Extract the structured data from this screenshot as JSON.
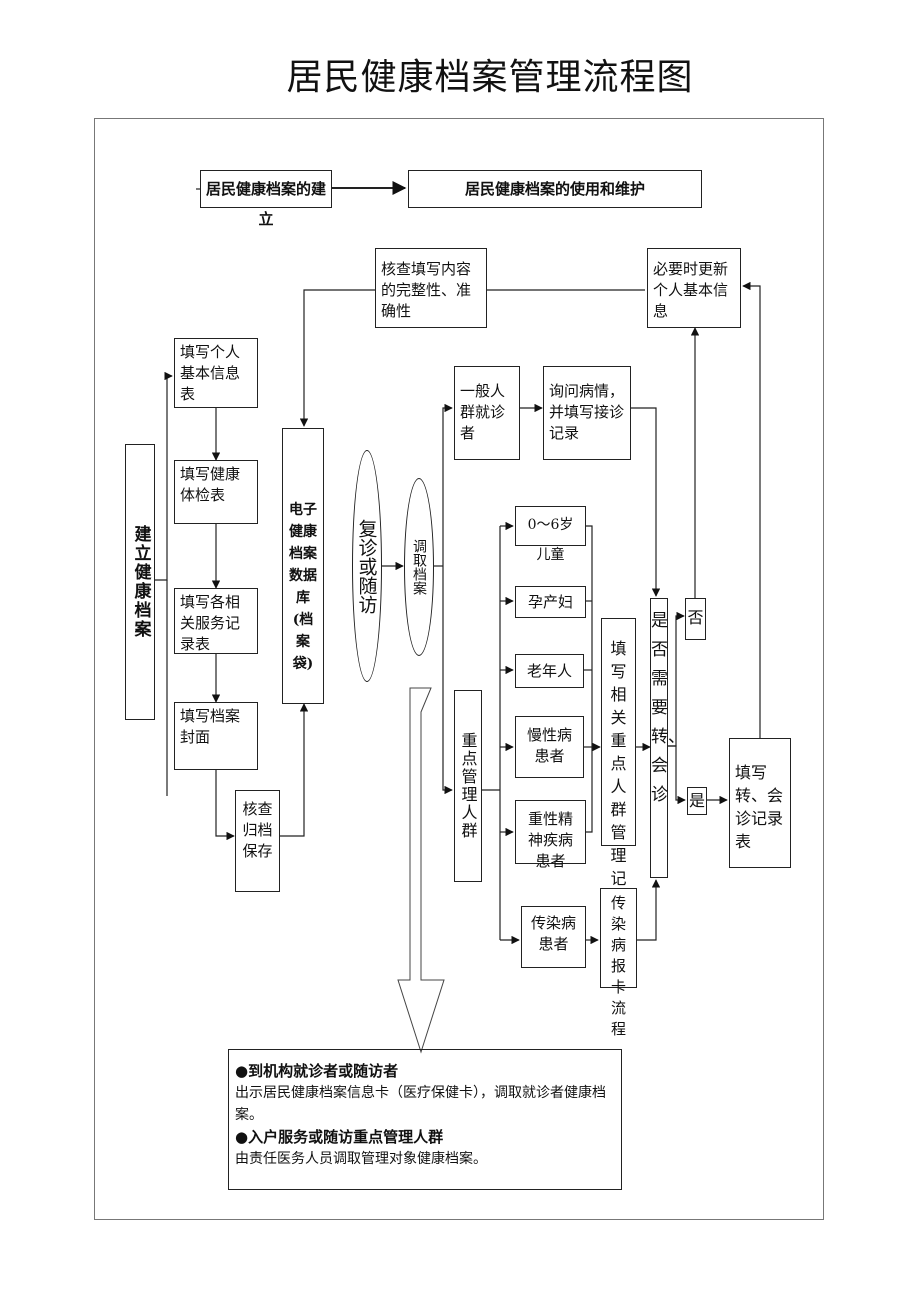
{
  "title": "居民健康档案管理流程图",
  "header": {
    "build": "居民健康档案的建立",
    "use": "居民健康档案的使用和维护"
  },
  "boxes": {
    "jianli": "建立健康档案",
    "tianxie_geren": "填写个人基本信息表",
    "tianxie_tijian": "填写健康体检表",
    "tianxie_fuwu": "填写各相关服务记录表",
    "tianxie_fengmian": "填写档案封面",
    "hecha_guidang": "核查归档保存",
    "dianzi": "电子健康档案数据库(档案袋)",
    "hecha_neirong": "核查填写内容的完整性、准确性",
    "biyao_gengxin": "必要时更新个人基本信息",
    "fuzhen": "复诊或随访",
    "diaoqu": "调取档案",
    "yiban": "一般人群就诊者",
    "xunwen": "询问病情，并填写接诊记录",
    "zhongdian": "重点管理人群",
    "ertong": "0～6岁儿童",
    "yunchanfu": "孕产妇",
    "laonian": "老年人",
    "manxing": "慢性病患者",
    "jingshen": "重性精神疾病患者",
    "chuanran": "传染病患者",
    "tianxie_zhongdian": "填写相关重点人群管理记录表",
    "chuanran_baoka": "传染病报卡流程",
    "shifou": "是否需要转、会诊",
    "fou": "否",
    "shi": "是",
    "tianxie_zhuan": "填写转、会诊记录表"
  },
  "note": {
    "h1": "●到机构就诊者或随访者",
    "t1": "出示居民健康档案信息卡（医疗保健卡），调取就诊者健康档案。",
    "h2": "●入户服务或随访重点管理人群",
    "t2": "由责任医务人员调取管理对象健康档案。"
  }
}
